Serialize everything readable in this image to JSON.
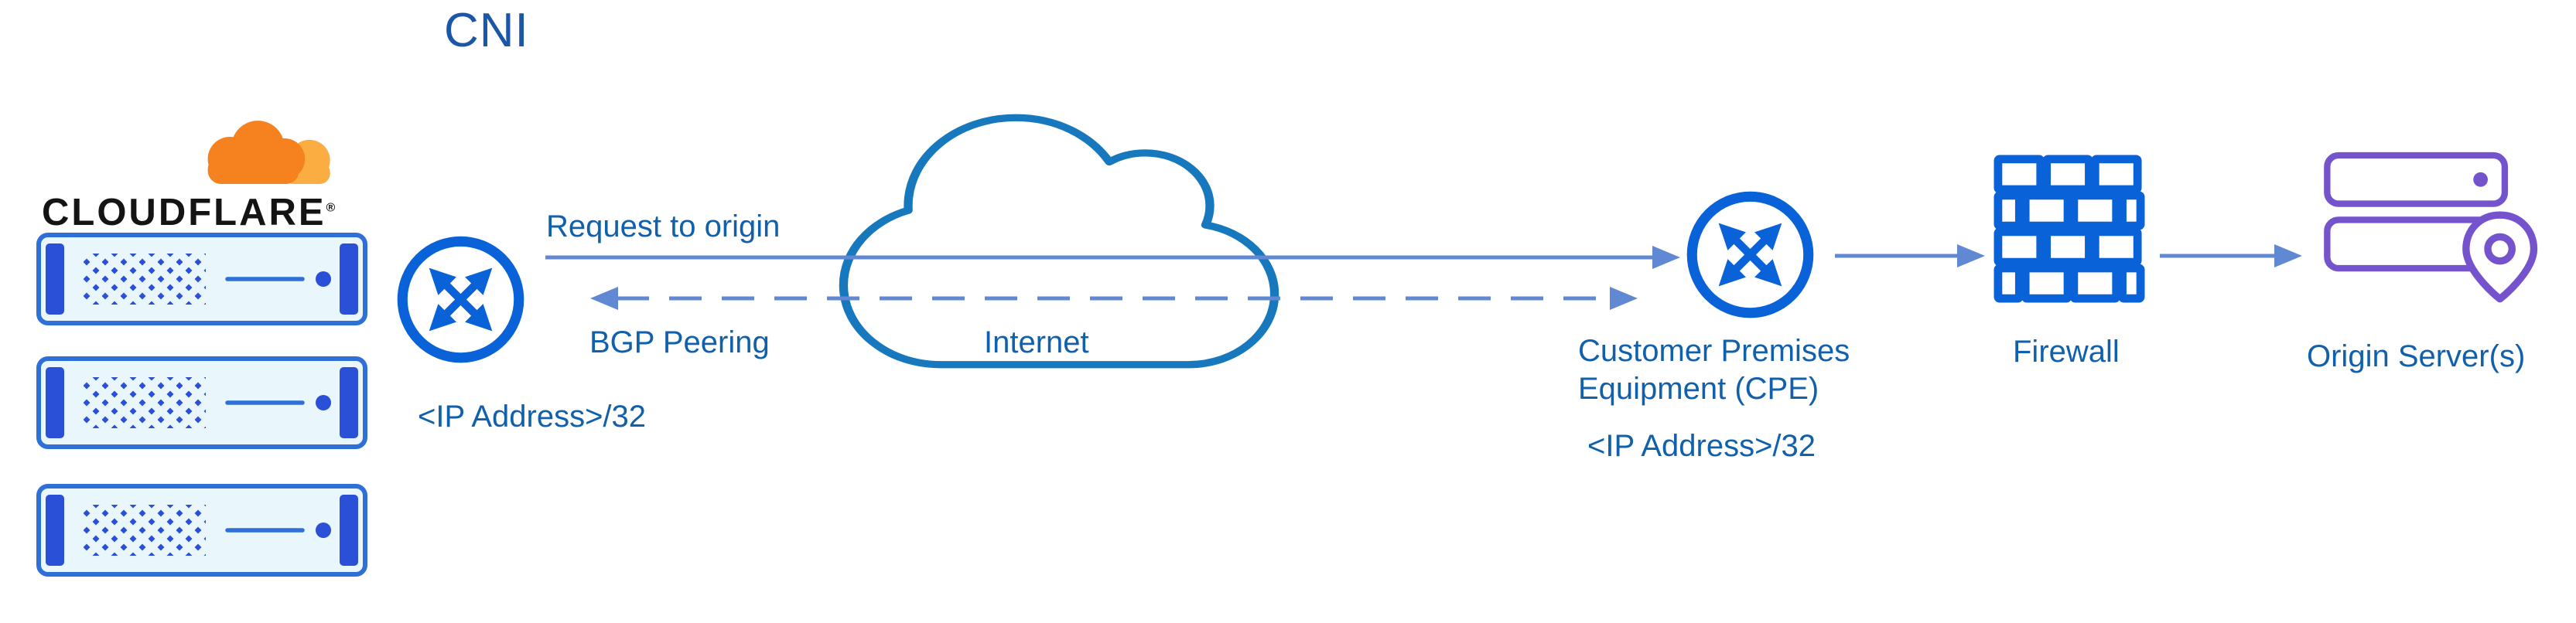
{
  "title": "CNI",
  "logo": {
    "wordmark": "CLOUDFLARE",
    "registered": "®"
  },
  "nodes": {
    "cloudflare_servers": {
      "icon": "server-icon",
      "count": 3
    },
    "cf_router": {
      "icon": "router-icon",
      "ip_label": "<IP Address>/32"
    },
    "internet": {
      "icon": "internet-cloud-icon",
      "label": "Internet"
    },
    "cpe": {
      "icon": "router-icon",
      "label_line1": "Customer Premises",
      "label_line2": "Equipment (CPE)",
      "ip_label": "<IP Address>/32"
    },
    "firewall": {
      "icon": "firewall-brick-icon",
      "label": "Firewall"
    },
    "origin": {
      "icon": "origin-server-icon",
      "label": "Origin Server(s)"
    }
  },
  "edges": {
    "request_to_origin": {
      "label": "Request to origin",
      "style": "solid",
      "direction": "right"
    },
    "bgp_peering": {
      "label": "BGP Peering",
      "style": "dashed",
      "direction": "both"
    },
    "cpe_to_firewall": {
      "style": "solid",
      "direction": "right"
    },
    "firewall_to_origin": {
      "style": "solid",
      "direction": "right"
    }
  },
  "colors": {
    "label_blue": "#1160ab",
    "icon_blue": "#0a62d8",
    "server_blue": "#2b50d8",
    "arrow_blue": "#6189d3",
    "cloud_outline_blue": "#1778bd",
    "origin_purple": "#7553cd",
    "cloudflare_orange": "#f6821f",
    "cloudflare_light_orange": "#fbad41"
  }
}
